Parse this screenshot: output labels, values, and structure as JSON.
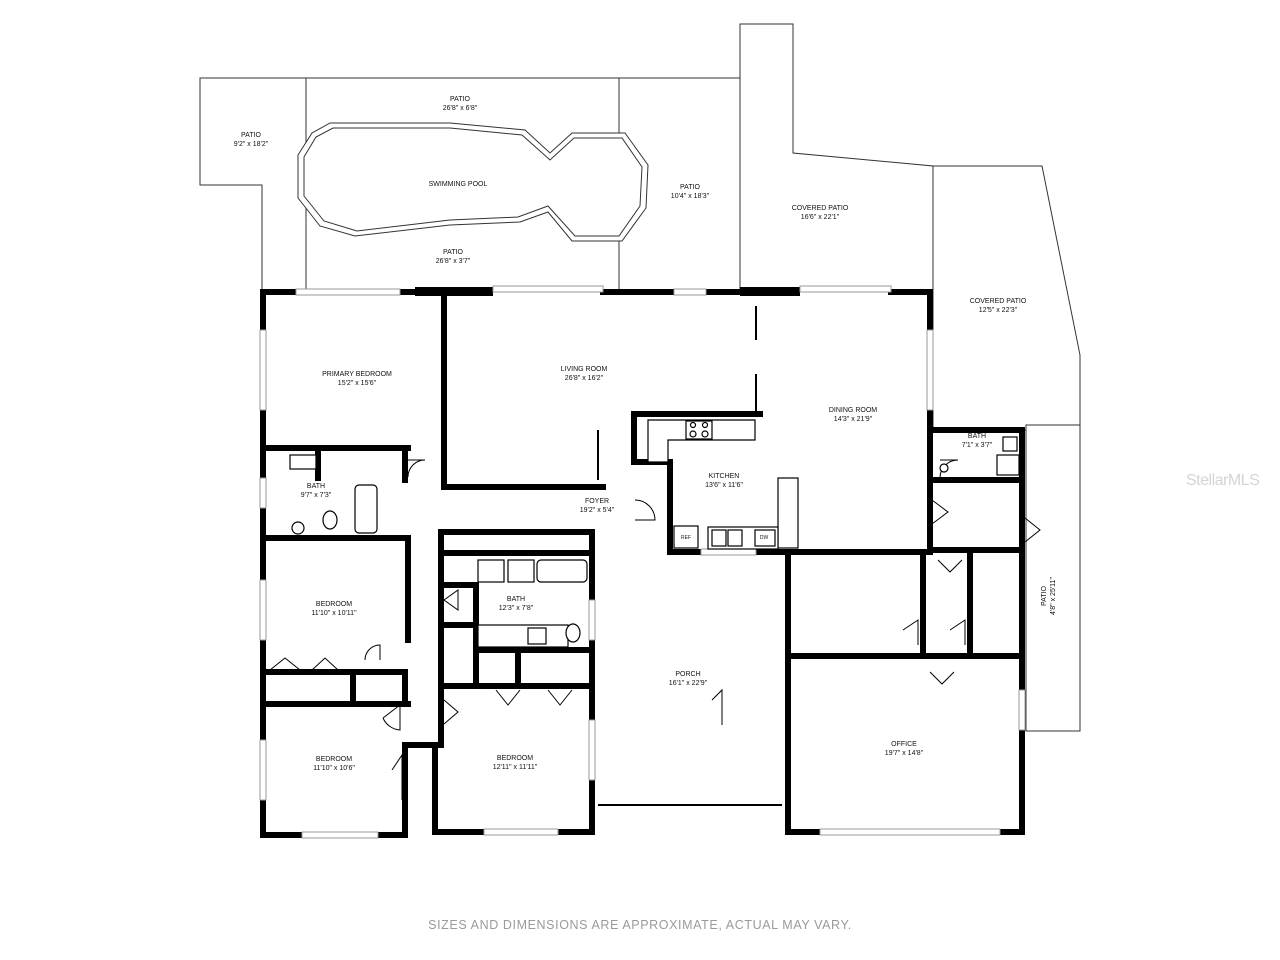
{
  "rooms": {
    "patio_left": {
      "name": "PATIO",
      "dims": "9'2\" x 18'2\""
    },
    "patio_top": {
      "name": "PATIO",
      "dims": "26'8\" x 6'8\""
    },
    "pool": {
      "name": "SWIMMING POOL"
    },
    "patio_pool_bottom": {
      "name": "PATIO",
      "dims": "26'8\" x 3'7\""
    },
    "patio_right": {
      "name": "PATIO",
      "dims": "10'4\" x 18'3\""
    },
    "covered_patio_1": {
      "name": "COVERED PATIO",
      "dims": "16'6\" x 22'1\""
    },
    "covered_patio_2": {
      "name": "COVERED PATIO",
      "dims": "12'5\" x 22'3\""
    },
    "primary_bedroom": {
      "name": "PRIMARY BEDROOM",
      "dims": "15'2\" x 15'6\""
    },
    "living_room": {
      "name": "LIVING ROOM",
      "dims": "26'8\" x 16'2\""
    },
    "dining_room": {
      "name": "DINING ROOM",
      "dims": "14'3\" x 21'9\""
    },
    "bath_small": {
      "name": "BATH",
      "dims": "7'1\" x 3'7\""
    },
    "kitchen": {
      "name": "KITCHEN",
      "dims": "13'6\" x 11'6\""
    },
    "bath_primary": {
      "name": "BATH",
      "dims": "9'7\" x 7'3\""
    },
    "foyer": {
      "name": "FOYER",
      "dims": "19'2\" x 5'4\""
    },
    "bedroom_1": {
      "name": "BEDROOM",
      "dims": "11'10\" x 10'11\""
    },
    "bath_hall": {
      "name": "BATH",
      "dims": "12'3\" x 7'8\""
    },
    "porch": {
      "name": "PORCH",
      "dims": "16'1\" x 22'9\""
    },
    "patio_side": {
      "name": "PATIO",
      "dims": "4'8\" x 25'11\""
    },
    "bedroom_2": {
      "name": "BEDROOM",
      "dims": "11'10\" x 10'6\""
    },
    "bedroom_3": {
      "name": "BEDROOM",
      "dims": "12'11\" x 11'11\""
    },
    "office": {
      "name": "OFFICE",
      "dims": "19'7\" x 14'8\""
    }
  },
  "appliances": {
    "ref": "REF",
    "dw": "DW"
  },
  "footer": "SIZES AND DIMENSIONS ARE APPROXIMATE, ACTUAL MAY VARY.",
  "watermark": "StellarMLS"
}
